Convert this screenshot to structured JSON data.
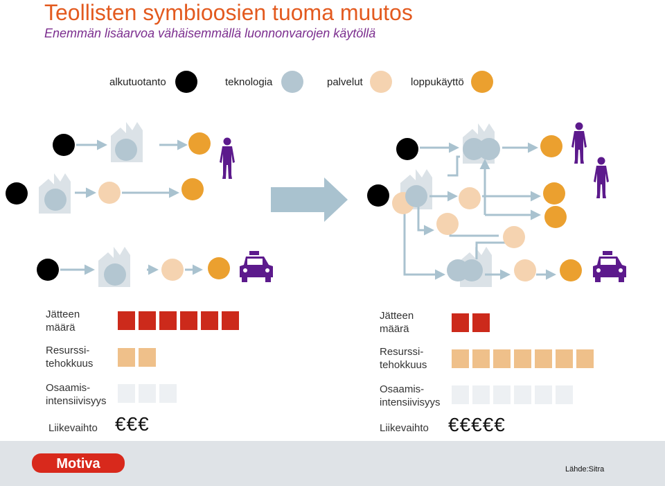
{
  "title": "Teollisten symbioosien  tuoma muutos",
  "subtitle": "Enemmän lisäarvoa vähäisemmällä luonnonvarojen käytöllä",
  "legend": [
    {
      "label": "alkutuotanto",
      "color": "#000000"
    },
    {
      "label": "teknologia",
      "color": "#b3c6d1"
    },
    {
      "label": "palvelut",
      "color": "#f5d3b0"
    },
    {
      "label": "loppukäyttö",
      "color": "#eba02f"
    }
  ],
  "colors": {
    "waste": "#cc2a1b",
    "efficiency": "#efc08a",
    "knowledge": "#edf0f3",
    "factory": "#dbe2e7",
    "consumer": "#5c1a8c",
    "arrow": "#a9c2cf"
  },
  "metrics_before": {
    "waste_label": "Jätteen\nmäärä",
    "waste_count": 6,
    "efficiency_label": "Resurssi-\ntehokkuus",
    "efficiency_count": 2,
    "knowledge_label": "Osaamis-\nintensiivisyys",
    "knowledge_count": 3,
    "revenue_label": "Liikevaihto",
    "revenue_symbols": "€€€"
  },
  "metrics_after": {
    "waste_label": "Jätteen\nmäärä",
    "waste_count": 2,
    "efficiency_label": "Resurssi-\ntehokkuus",
    "efficiency_count": 7,
    "knowledge_label": "Osaamis-\nintensiivisyys",
    "knowledge_count": 6,
    "revenue_label": "Liikevaihto",
    "revenue_symbols": "€€€€€"
  },
  "footer": {
    "logo_text": "Motiva",
    "source": "Lähde:Sitra"
  }
}
